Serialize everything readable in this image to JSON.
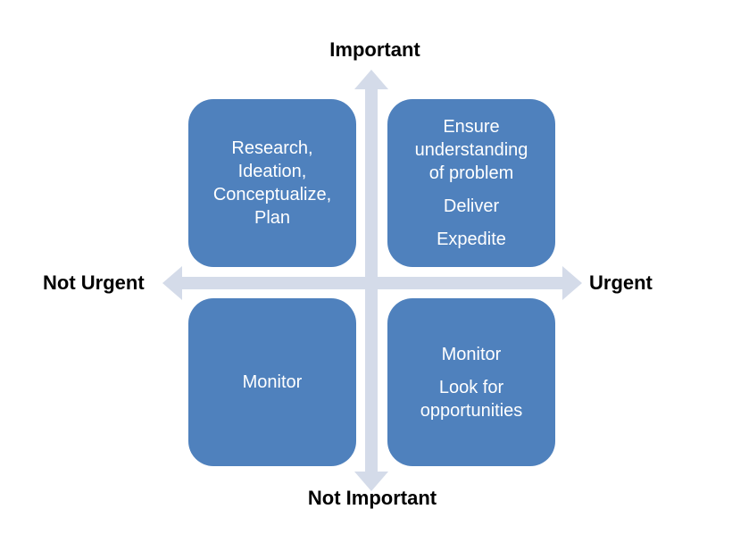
{
  "axes": {
    "top": "Important",
    "bottom": "Not Important",
    "left": "Not Urgent",
    "right": "Urgent",
    "color": "#d4dbe9"
  },
  "quadrants": {
    "color": "#4f81bd",
    "top_left": {
      "lines": [
        "Research,",
        "Ideation,",
        "Conceptualize,",
        "Plan"
      ]
    },
    "top_right": {
      "lines": [
        "Ensure",
        "understanding",
        "of problem",
        "Deliver",
        "Expedite"
      ]
    },
    "bottom_left": {
      "lines": [
        "Monitor"
      ]
    },
    "bottom_right": {
      "lines": [
        "Monitor",
        "Look for",
        "opportunities"
      ]
    }
  }
}
